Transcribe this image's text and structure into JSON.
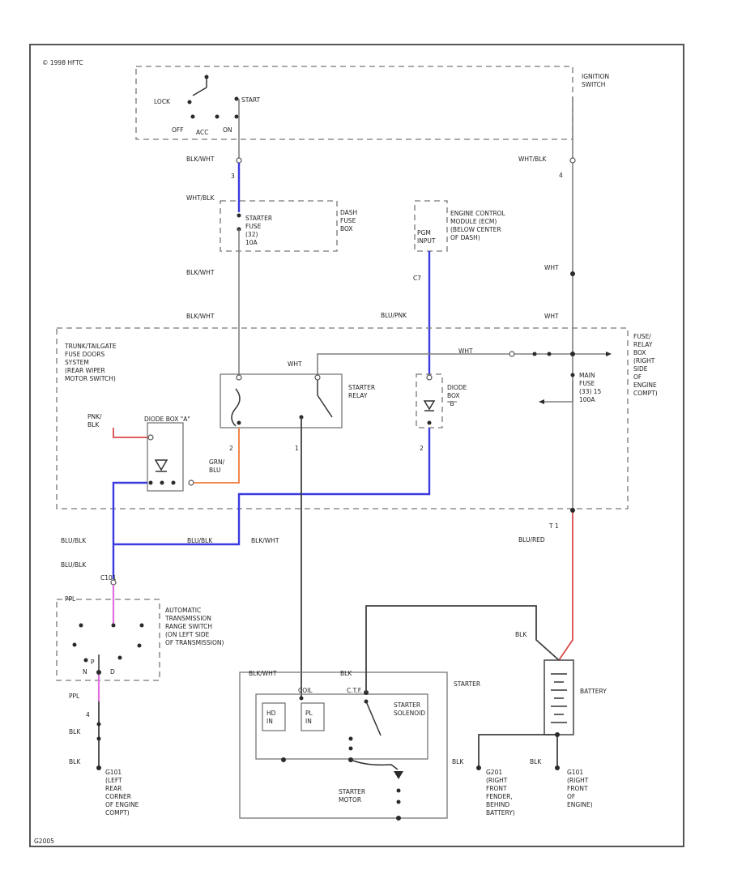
{
  "labels": {
    "copyright": "© 1998 HFTC",
    "ignition_switch": [
      "IGNITION",
      "SWITCH"
    ],
    "lock": "LOCK",
    "start": "START",
    "off": "OFF",
    "acc": "ACC",
    "on": "ON",
    "wire_blkwht_1": "BLK/WHT",
    "pin_3": "3",
    "wht_blk": "WHT/BLK",
    "pin_4": "4",
    "wht_blk_2": "WHT/BLK",
    "starter_fuse": [
      "STARTER",
      "FUSE",
      "(32)",
      "10A"
    ],
    "dash_fuse_box": [
      "DASH",
      "FUSE",
      "BOX"
    ],
    "pgm_input": [
      "PGM",
      "INPUT"
    ],
    "ecm_location": [
      "ENGINE CONTROL",
      "MODULE (ECM)",
      "(BELOW CENTER",
      "OF DASH)"
    ],
    "wire_blkwht_2": "BLK/WHT",
    "wht_1": "WHT",
    "pin_c7": "C7",
    "wire_blkwht_3": "BLK/WHT",
    "wire_blupnk": "BLU/PNK",
    "wht_2": "WHT",
    "trunk_system": [
      "TRUNK/TAILGATE",
      "FUSE DOORS",
      "SYSTEM",
      "(REAR WIPER",
      "MOTOR SWITCH)"
    ],
    "wht_3": "WHT",
    "wht_4": "WHT",
    "starter_relay": [
      "STARTER",
      "RELAY"
    ],
    "diode_b": [
      "DIODE",
      "BOX",
      "\"B\""
    ],
    "under_hood_box": [
      "FUSE/",
      "RELAY",
      "BOX",
      "(RIGHT",
      "SIDE",
      "OF",
      "ENGINE",
      "COMPT)"
    ],
    "main_fuse": [
      "MAIN",
      "FUSE",
      "(33) 15",
      "100A"
    ],
    "pnk_blk": [
      "PNK/",
      "BLK"
    ],
    "diode_a": "DIODE BOX \"A\"",
    "pin_2a": "2",
    "pin_1a": "1",
    "pin_2b": "2",
    "grn_blu": [
      "GRN/",
      "BLU"
    ],
    "blu_blk_1": "BLU/BLK",
    "blu_blk_2": "BLU/BLK",
    "blk_wht_4": "BLK/WHT",
    "blu_blk_3": "BLU/BLK",
    "blu_red": "BLU/RED",
    "pin_t1": "T 1",
    "c101": "C101",
    "at_switch": [
      "AUTOMATIC",
      "TRANSMISSION",
      "RANGE SWITCH",
      "(ON LEFT SIDE",
      "OF TRANSMISSION)"
    ],
    "ppl": "PPL",
    "pnp": [
      "P",
      "N",
      "D"
    ],
    "blk_1": "BLK",
    "blk_wht_5": "BLK/WHT",
    "blk_2": "BLK",
    "starter": "STARTER",
    "battery": "BATTERY",
    "coil": "COIL",
    "ctf": "C.T.F.",
    "hold": [
      "HD",
      "IN"
    ],
    "pull": [
      "PL",
      "IN"
    ],
    "solenoid": [
      "STARTER",
      "SOLENOID"
    ],
    "ppl_2": "PPL",
    "pin_4b": "4",
    "blk_3": "BLK",
    "blk_4": "BLK",
    "g101": [
      "G101",
      "(LEFT",
      "REAR",
      "CORNER",
      "OF ENGINE",
      "COMPT)"
    ],
    "starter_motor": [
      "STARTER",
      "MOTOR"
    ],
    "blk_5": "BLK",
    "g201": [
      "G201",
      "(RIGHT",
      "FRONT",
      "FENDER,",
      "BEHIND",
      "BATTERY)"
    ],
    "blk_6": "BLK",
    "g101b": [
      "G101",
      "(RIGHT",
      "FRONT",
      "OF",
      "ENGINE)"
    ],
    "figure_id": "G2005"
  },
  "colors": {
    "blue": "#3a3ae0",
    "orange": "#f07a3a",
    "red": "#d84a4a",
    "pink": "#e070e0"
  }
}
